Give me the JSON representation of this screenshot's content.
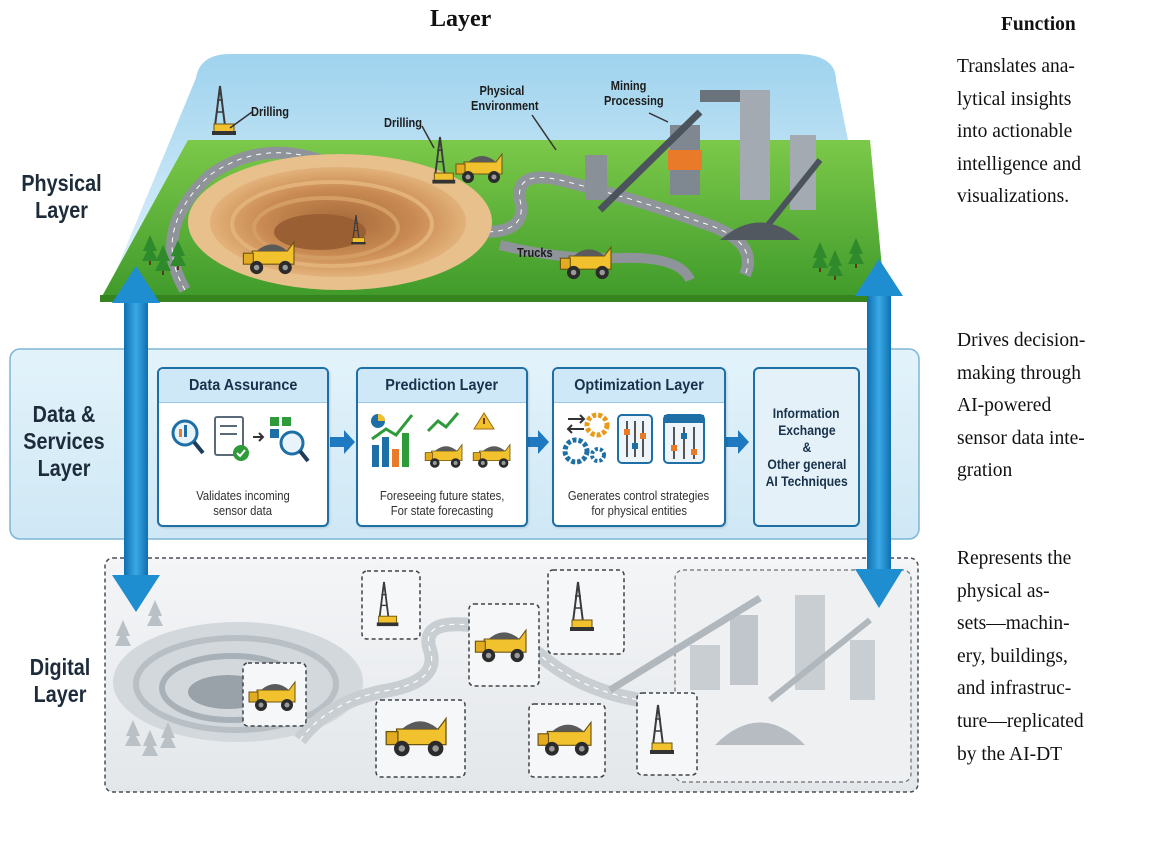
{
  "headers": {
    "layer": "Layer",
    "function": "Function"
  },
  "function_texts": {
    "top": [
      "Translates ana-",
      "lytical insights",
      "into actionable",
      "intelligence and",
      "visualizations."
    ],
    "middle": [
      "Drives decision-",
      "making through",
      "AI-powered",
      "sensor data inte-",
      "gration"
    ],
    "bottom": [
      "Represents the",
      "physical as-",
      "sets—machin-",
      "ery, buildings,",
      "and infrastruc-",
      "ture—replicated",
      "by the AI-DT"
    ]
  },
  "layers": {
    "physical": [
      "Physical",
      "Layer"
    ],
    "services": [
      "Data &",
      "Services",
      "Layer"
    ],
    "digital": [
      "Digital",
      "Layer"
    ]
  },
  "physical_labels": {
    "drilling_1": "Drilling",
    "drilling_2": "Drilling",
    "environment": [
      "Physical",
      "Environment"
    ],
    "processing": [
      "Mining",
      "Processing"
    ],
    "trucks": "Trucks"
  },
  "panels": [
    {
      "title": "Data Assurance",
      "desc": [
        "Validates incoming",
        "sensor data"
      ]
    },
    {
      "title": "Prediction Layer",
      "desc": [
        "Foreseeing future states,",
        "For state forecasting"
      ]
    },
    {
      "title": "Optimization Layer",
      "desc": [
        "Generates control strategies",
        "for physical entities"
      ]
    }
  ],
  "info_box": [
    "Information",
    "Exchange",
    "&",
    "Other general",
    "AI Techniques"
  ],
  "colors": {
    "sky": "#bfe4f2",
    "grass": "#5cb338",
    "services_band": "#d9eef8",
    "panel_border": "#1e6fa6",
    "arrow": "#1e8ed0",
    "digital_bg": "#edf0f3",
    "truck": "#f2c12e"
  }
}
